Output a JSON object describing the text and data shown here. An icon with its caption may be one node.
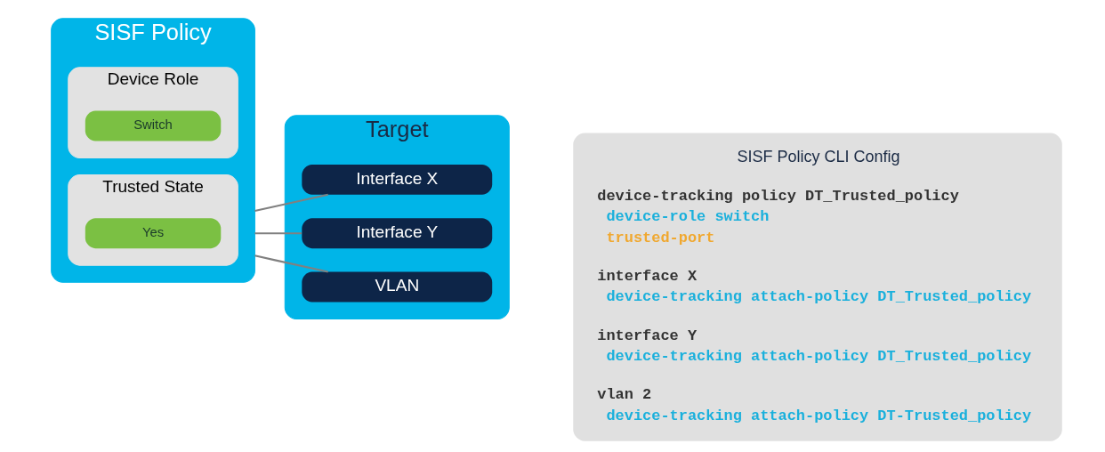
{
  "diagram": {
    "nodes": [
      {
        "text": [
          "SISF Policy"
        ]
      },
      {
        "text": [
          "Device Role"
        ],
        "in": 0
      },
      {
        "text": [
          "Switch"
        ],
        "in": 1
      },
      {
        "text": [
          "Trusted State"
        ],
        "in": 0
      },
      {
        "text": [
          "Yes"
        ],
        "in": 3
      },
      {
        "text": [
          "Target"
        ]
      },
      {
        "text": [
          "Interface X"
        ],
        "in": 5
      },
      {
        "text": [
          "Interface Y"
        ],
        "in": 5
      },
      {
        "text": [
          "VLAN"
        ],
        "in": 5
      },
      {
        "text": [
          "SISF Policy CLI Config",
          "device-tracking policy DT_Trusted_policy",
          "device-role switch",
          "trusted-port",
          "interface X",
          "device-tracking attach-policy DT_Trusted_policy",
          "interface Y",
          "device-tracking attach-policy DT_Trusted_policy",
          "vlan 2",
          "device-tracking attach-policy DT-Trusted_policy"
        ]
      }
    ],
    "edges": [
      {
        "from": 0,
        "to": 6,
        "arrow": "none"
      },
      {
        "from": 0,
        "to": 7,
        "arrow": "none"
      },
      {
        "from": 0,
        "to": 8,
        "arrow": "none"
      }
    ]
  }
}
